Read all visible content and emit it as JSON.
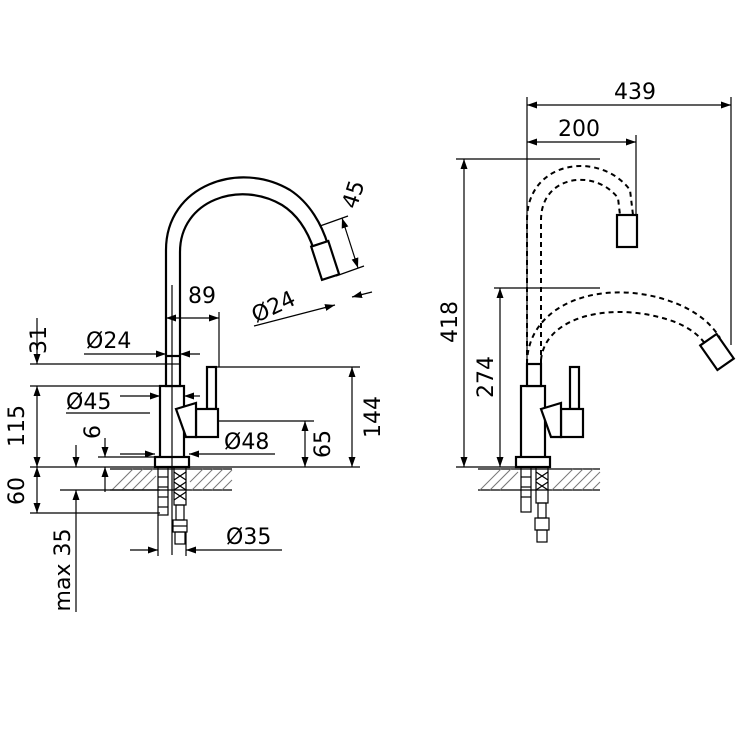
{
  "front_view": {
    "dim_31": "31",
    "dim_115": "115",
    "dim_60": "60",
    "dim_max35": "max 35",
    "dim_6": "6",
    "dim_d24_body": "Ø24",
    "dim_d45": "Ø45",
    "dim_89": "89",
    "dim_d24_spout": "Ø24",
    "dim_45": "45",
    "dim_d48": "Ø48",
    "dim_65": "65",
    "dim_144": "144",
    "dim_d35": "Ø35"
  },
  "side_view": {
    "dim_439": "439",
    "dim_200": "200",
    "dim_418": "418",
    "dim_274": "274"
  }
}
